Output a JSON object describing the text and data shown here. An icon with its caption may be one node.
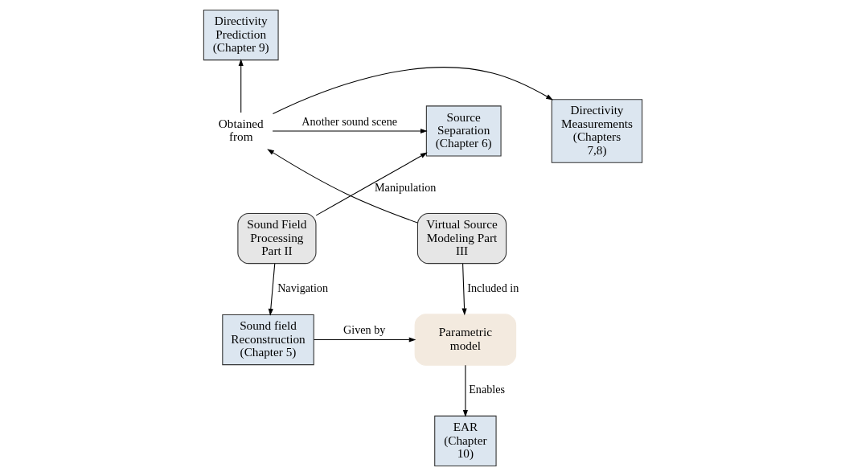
{
  "diagram": {
    "nodes": [
      {
        "text": [
          "Directivity Prediction (Chapter 9)"
        ]
      },
      {
        "text": [
          "Source Separation (Chapter 6)"
        ]
      },
      {
        "text": [
          "Directivity Measurements (Chapters 7,8)"
        ]
      },
      {
        "text": [
          "Sound Field Processing Part II"
        ]
      },
      {
        "text": [
          "Virtual Source Modeling Part III"
        ]
      },
      {
        "text": [
          "Sound field Reconstruction (Chapter 5)"
        ]
      },
      {
        "text": [
          "Parametric model"
        ]
      },
      {
        "text": [
          "EAR (Chapter 10)"
        ]
      },
      {
        "text": [
          "Obtained from"
        ]
      }
    ],
    "edges": [
      {
        "from": 4,
        "to": 8,
        "arrow": "to"
      },
      {
        "from": 8,
        "to": 0,
        "arrow": "to"
      },
      {
        "from": 8,
        "to": 2,
        "arrow": "to"
      },
      {
        "from": 8,
        "to": 1,
        "arrow": "to",
        "label": "Another sound scene"
      },
      {
        "from": 3,
        "to": 1,
        "arrow": "to",
        "label": "Manipulation"
      },
      {
        "from": 3,
        "to": 5,
        "arrow": "to",
        "label": "Navigation"
      },
      {
        "from": 5,
        "to": 6,
        "arrow": "to",
        "label": "Given by"
      },
      {
        "from": 4,
        "to": 6,
        "arrow": "to",
        "label": "Included in"
      },
      {
        "from": 6,
        "to": 7,
        "arrow": "to",
        "label": "Enables"
      }
    ]
  }
}
